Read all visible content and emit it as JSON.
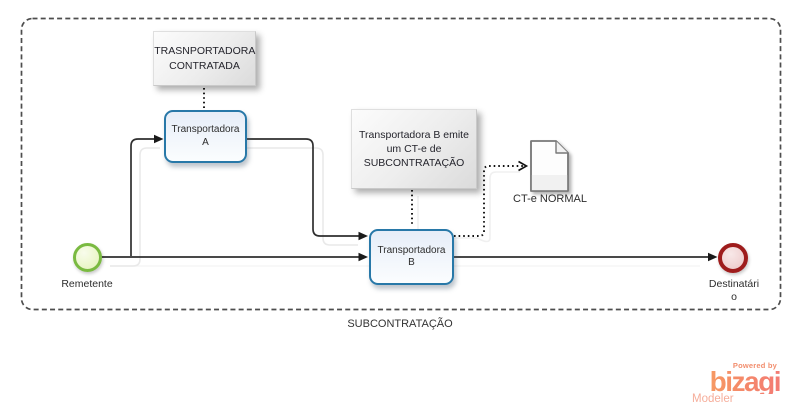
{
  "pool": {
    "label": "SUBCONTRATAÇÃO"
  },
  "events": {
    "start": {
      "label": "Remetente"
    },
    "end": {
      "label": "Destinatário"
    }
  },
  "tasks": {
    "a": {
      "label": "Transportadora A"
    },
    "b": {
      "label": "Transportadora B"
    }
  },
  "annotations": {
    "contracted": {
      "text": "TRASNPORTADORA CONTRATADA"
    },
    "emit": {
      "text": "Transportadora B emite um CT-e de SUBCONTRATAÇÃO"
    }
  },
  "data_object": {
    "label": "CT-e NORMAL"
  },
  "branding": {
    "powered_by": "Powered by",
    "name": "bizagi",
    "product": "Modeler"
  },
  "colors": {
    "task_border": "#2878A8",
    "task_fill_top": "#E6EDF8",
    "start_event_border": "#7ABA41",
    "start_event_fill": "#EDF7CF",
    "end_event_border": "#9E1C1C",
    "end_event_fill": "#F1D4D4",
    "pool_dash": "#4D4D4D",
    "flow_line": "#2F2F2F",
    "annotation_fill": "#EDEDED",
    "logo_orange": "#F7A35F",
    "logo_pink": "#F37B74"
  }
}
